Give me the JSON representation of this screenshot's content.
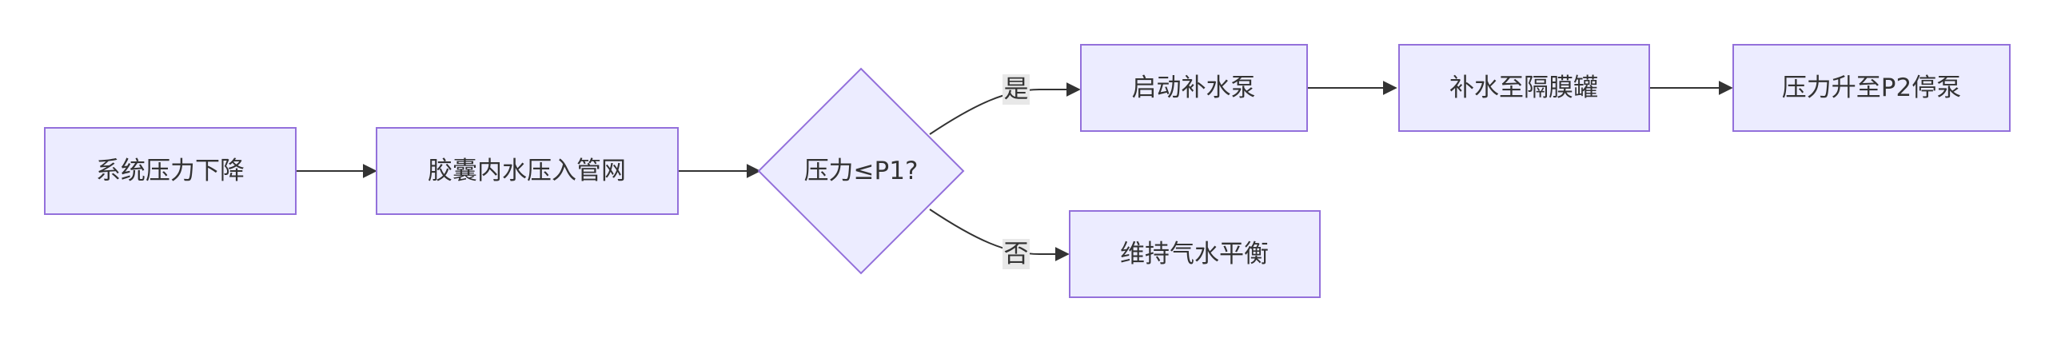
{
  "nodes": {
    "pressure_drop": "系统压力下降",
    "bladder_inject": "胶囊内水压入管网",
    "decision": "压力≤P1?",
    "start_pump": "启动补水泵",
    "refill_tank": "补水至隔膜罐",
    "stop_pump": "压力升至P2停泵",
    "balance": "维持气水平衡"
  },
  "edge_labels": {
    "yes": "是",
    "no": "否"
  },
  "colors": {
    "node_fill": "#ececff",
    "node_stroke": "#9370db",
    "edge_stroke": "#333333",
    "label_bg": "#e8e8e8"
  }
}
